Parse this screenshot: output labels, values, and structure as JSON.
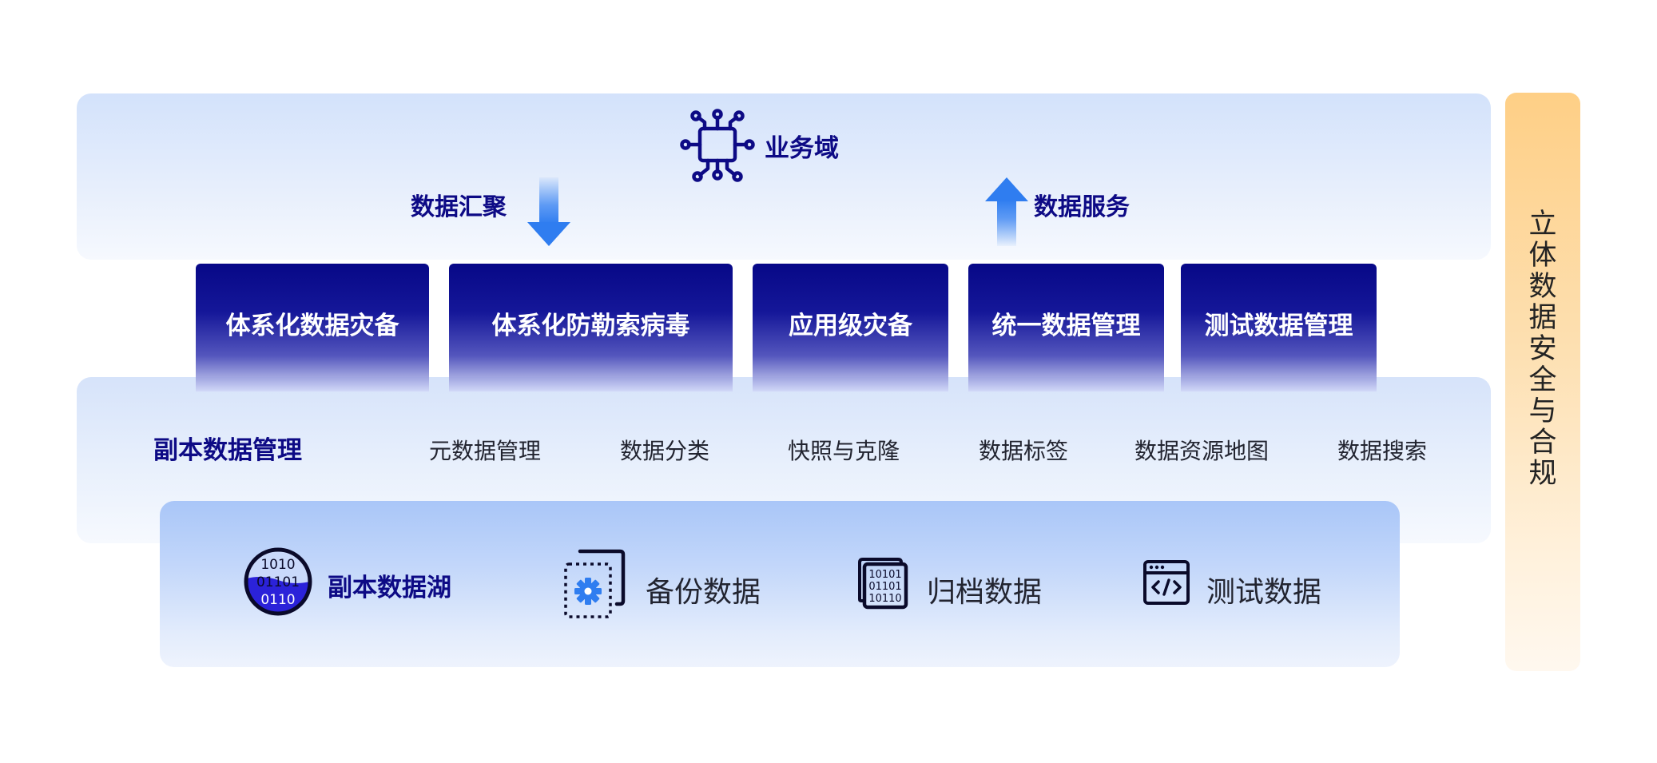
{
  "business_domain": {
    "title": "业务域",
    "icon": "network-chip-icon",
    "gather_label": "数据汇聚",
    "serve_label": "数据服务"
  },
  "capabilities": [
    "体系化数据灾备",
    "体系化防勒索病毒",
    "应用级灾备",
    "统一数据管理",
    "测试数据管理"
  ],
  "copy_data_management": {
    "title": "副本数据管理",
    "items": [
      "元数据管理",
      "数据分类",
      "快照与克隆",
      "数据标签",
      "数据资源地图",
      "数据搜索"
    ]
  },
  "data_lake": {
    "title": "副本数据湖",
    "lake_icon_digits": [
      "1010",
      "01101",
      "0110"
    ],
    "items": [
      {
        "label": "备份数据",
        "icon": "backup-gear-icon"
      },
      {
        "label": "归档数据",
        "icon": "archive-binary-icon",
        "digits": [
          "10101",
          "01101",
          "10110"
        ]
      },
      {
        "label": "测试数据",
        "icon": "code-window-icon"
      }
    ]
  },
  "compliance": {
    "chars": [
      "立",
      "体",
      "数",
      "据",
      "安",
      "全",
      "与",
      "合",
      "规"
    ]
  },
  "colors": {
    "primary_navy": "#0d0a85",
    "arrow_blue": "#2f7df0",
    "compliance_orange": "#fecf86"
  }
}
